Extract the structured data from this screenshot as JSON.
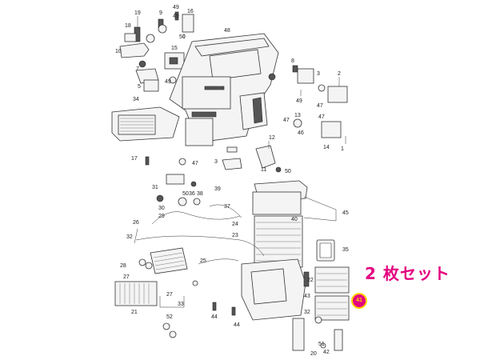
{
  "set_label": "2 枚セット",
  "highlighted_part": "41",
  "part_numbers": {
    "p19": "19",
    "p9": "9",
    "p49a": "49",
    "p49b": "49",
    "p16": "16",
    "p10": "10",
    "p50a": "50",
    "p48": "48",
    "p18": "18",
    "p15": "15",
    "p7": "7",
    "p49c": "49",
    "p5": "5",
    "p34": "34",
    "p8": "8",
    "p3": "3",
    "p2": "2",
    "p49d": "49",
    "p47a": "47",
    "p47b": "47",
    "p13": "13",
    "p47c": "47",
    "p46": "46",
    "p14": "14",
    "p12": "12",
    "p1": "1",
    "p17": "17",
    "p3b": "3",
    "p47d": "47",
    "p50b": "50",
    "p11": "11",
    "p31": "31",
    "p50c": "50",
    "p36": "36",
    "p38": "38",
    "p39": "39",
    "p30": "30",
    "p29": "29",
    "p37": "37",
    "p26": "26",
    "p24": "24",
    "p23": "23",
    "p40": "40",
    "p45": "45",
    "p32a": "32",
    "p28": "28",
    "p27a": "27",
    "p25": "25",
    "p35": "35",
    "p22": "22",
    "p43": "43",
    "p21": "21",
    "p27b": "27",
    "p33": "33",
    "p44a": "44",
    "p44b": "44",
    "p32b": "32",
    "p52": "52",
    "p51": "51",
    "p42": "42",
    "p20": "20"
  }
}
